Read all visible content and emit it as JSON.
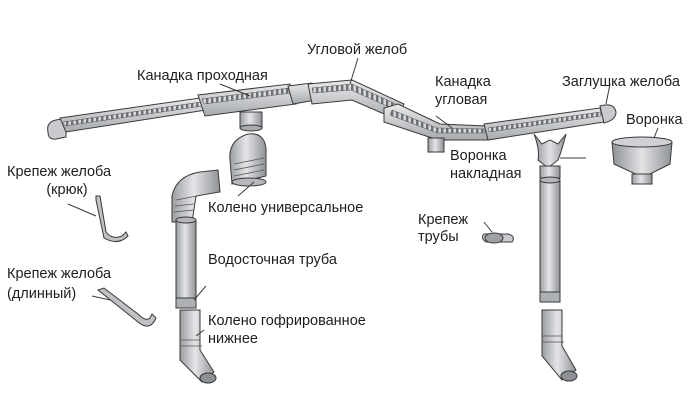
{
  "labels": {
    "gutter_pass_through": "Канадка проходная",
    "corner_gutter": "Угловой желоб",
    "gutter_corner_1": "Канадка",
    "gutter_corner_2": "угловая",
    "gutter_cap": "Заглушка желоба",
    "funnel": "Воронка",
    "overlay_funnel_1": "Воронка",
    "overlay_funnel_2": "накладная",
    "hook_bracket_1": "Крепеж желоба",
    "hook_bracket_2": "(крюк)",
    "universal_elbow": "Колено универсальное",
    "pipe_clamp_1": "Крепеж",
    "pipe_clamp_2": "трубы",
    "downpipe": "Водосточная труба",
    "long_bracket_1": "Крепеж желоба",
    "long_bracket_2": "(длинный)",
    "corrugated_elbow_1": "Колено гофрированное",
    "corrugated_elbow_2": "нижнее"
  },
  "colors": {
    "metal_light": "#d9dadc",
    "metal_mid": "#b8babd",
    "metal_dark": "#8d9094",
    "outline": "#3a3a3a",
    "text": "#1e1e1e"
  }
}
